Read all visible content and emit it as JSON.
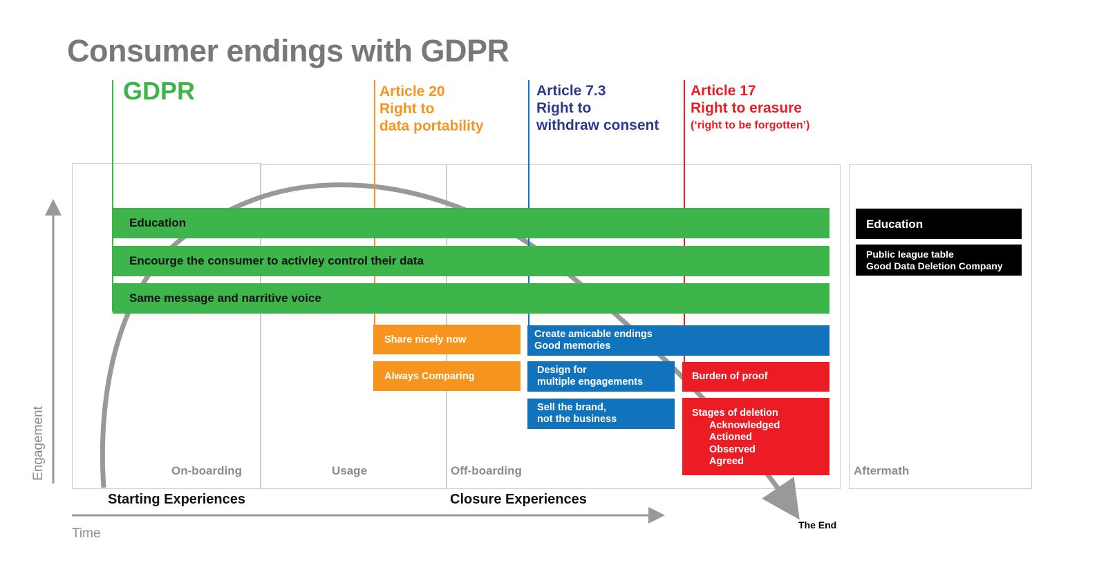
{
  "title": "Consumer endings with GDPR",
  "colors": {
    "gdpr": "#3db54a",
    "article20": "#f7941d",
    "article73": "#1173bc",
    "article73_text": "#2b3990",
    "article17": "#ec1c24",
    "aftermath": "#000000",
    "curve": "#999999"
  },
  "headers": {
    "gdpr": "GDPR",
    "article20": {
      "line1": "Article 20",
      "line2": "Right to",
      "line3": "data portability"
    },
    "article73": {
      "line1": "Article 7.3",
      "line2": "Right to",
      "line3": "withdraw consent"
    },
    "article17": {
      "line1": "Article 17",
      "line2": "Right to erasure",
      "line3": "(‘right to be forgotten’)"
    }
  },
  "gdpr_bars": [
    "Education",
    "Encourge the consumer to activley control their data",
    "Same message and narritive voice"
  ],
  "article20_boxes": [
    "Share nicely now",
    "Always Comparing"
  ],
  "article73_boxes": {
    "wide": {
      "line1": "Create amicable endings",
      "line2": "Good memories"
    },
    "design": {
      "line1": "Design for",
      "line2": "multiple engagements"
    },
    "sell": {
      "line1": "Sell the brand,",
      "line2": "not the business"
    }
  },
  "article17_boxes": {
    "burden": "Burden of proof",
    "stages": {
      "title": "Stages of deletion",
      "items": [
        "Acknowledged",
        "Actioned",
        "Observed",
        "Agreed"
      ]
    }
  },
  "aftermath_boxes": {
    "education": "Education",
    "league": {
      "line1": "Public league table",
      "line2": "Good Data Deletion Company"
    }
  },
  "phases": [
    "On-boarding",
    "Usage",
    "Off-boarding",
    "Aftermath"
  ],
  "bottom_labels": {
    "starting": "Starting Experiences",
    "closure": "Closure Experiences"
  },
  "axes": {
    "y": "Engagement",
    "x": "Time"
  },
  "end_label": "The End"
}
